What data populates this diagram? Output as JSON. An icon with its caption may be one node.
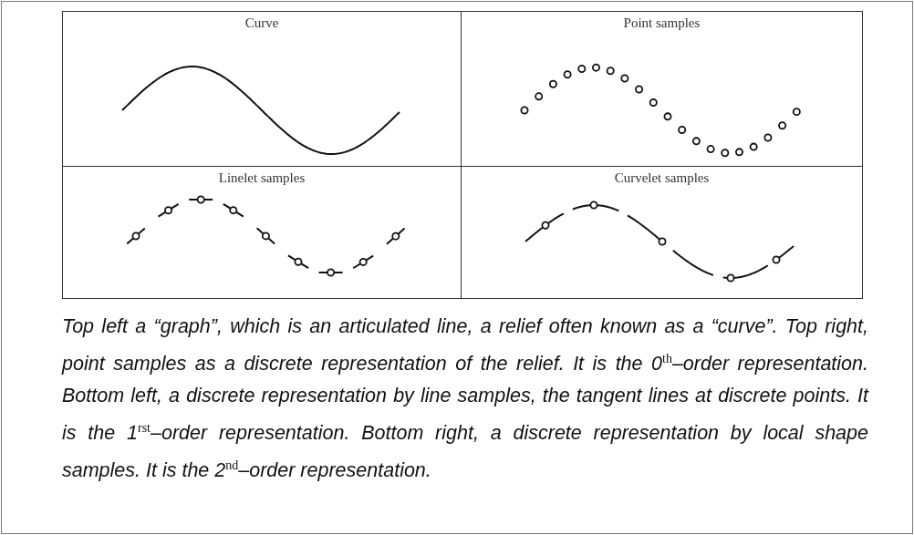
{
  "diagram": {
    "nodes": [
      {
        "text": [
          "Curve"
        ]
      },
      {
        "text": [
          "Point samples"
        ]
      },
      {
        "text": [
          "Linelet samples"
        ]
      },
      {
        "text": [
          "Curvelet samples"
        ]
      }
    ],
    "caption": "Top left a “graph”, which is an articulated line, a relief often known as a “curve”. Top right, point samples as a discrete representation of the relief. It is the 0$^{th}$–order representation. Bottom left, a discrete representation by line samples, the tangent lines at discrete points. It is the 1$^{rst}$–order representation. Bottom right, a discrete representation by local shape samples. It is the 2$^{nd}$–order representation."
  }
}
